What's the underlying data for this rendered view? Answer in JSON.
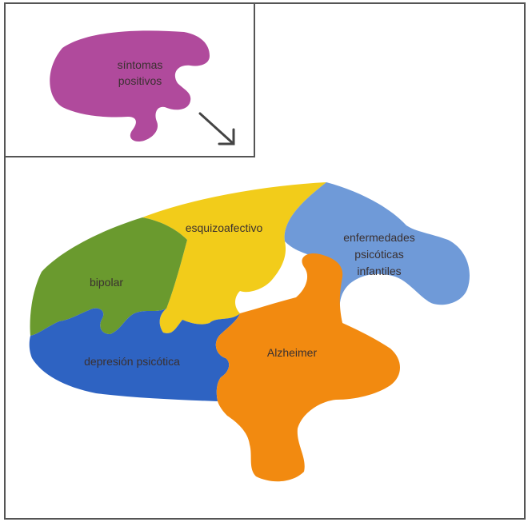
{
  "inset": {
    "piece_label_line1": "síntomas",
    "piece_label_line2": "positivos",
    "piece_color": "#b04a9c",
    "arrow_icon": "arrow-down-right-icon"
  },
  "puzzle": {
    "pieces": [
      {
        "id": "bipolar",
        "label": "bipolar",
        "color": "#6a9a2e"
      },
      {
        "id": "esquizoafectivo",
        "label": "esquizoafectivo",
        "color": "#f2cc1a"
      },
      {
        "id": "enfermedades",
        "label_lines": [
          "enfermedades",
          "psicóticas",
          "infantiles"
        ],
        "color": "#6f9ad8"
      },
      {
        "id": "depresion",
        "label": "depresión psicótica",
        "color": "#2e63c2"
      },
      {
        "id": "alzheimer",
        "label": "Alzheimer",
        "color": "#f28a10"
      }
    ]
  }
}
